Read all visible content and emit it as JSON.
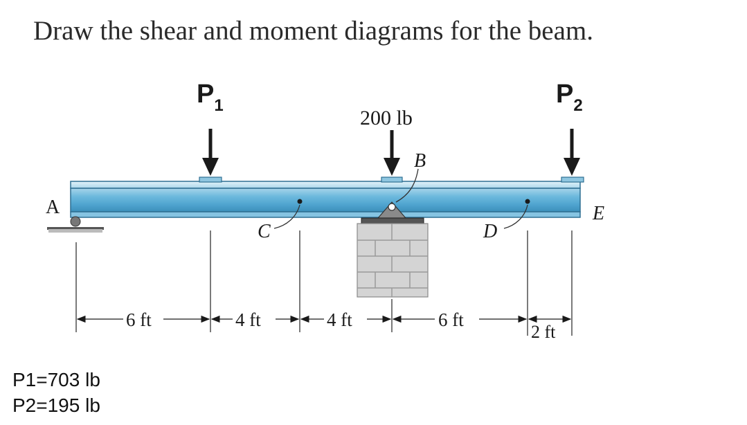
{
  "problem": {
    "prompt": "Draw the shear and moment diagrams for the beam."
  },
  "loads": {
    "p1": {
      "letter": "P",
      "sub": "1"
    },
    "p2": {
      "letter": "P",
      "sub": "2"
    },
    "center": "200 lb"
  },
  "points": {
    "a": "A",
    "b": "B",
    "c": "C",
    "d": "D",
    "e": "E"
  },
  "dimensions": {
    "seg1": "6 ft",
    "seg2": "4 ft",
    "seg3": "4 ft",
    "seg4": "6 ft",
    "seg5": "2 ft"
  },
  "given": {
    "p1": "P1=703 lb",
    "p2": "P2=195 lb"
  },
  "colors": {
    "beam_top": "#c5e3f2",
    "beam_body": "#6cb9dd",
    "beam_edge": "#2e6f92",
    "support": "#777777",
    "brick": "#c9c9c9"
  }
}
